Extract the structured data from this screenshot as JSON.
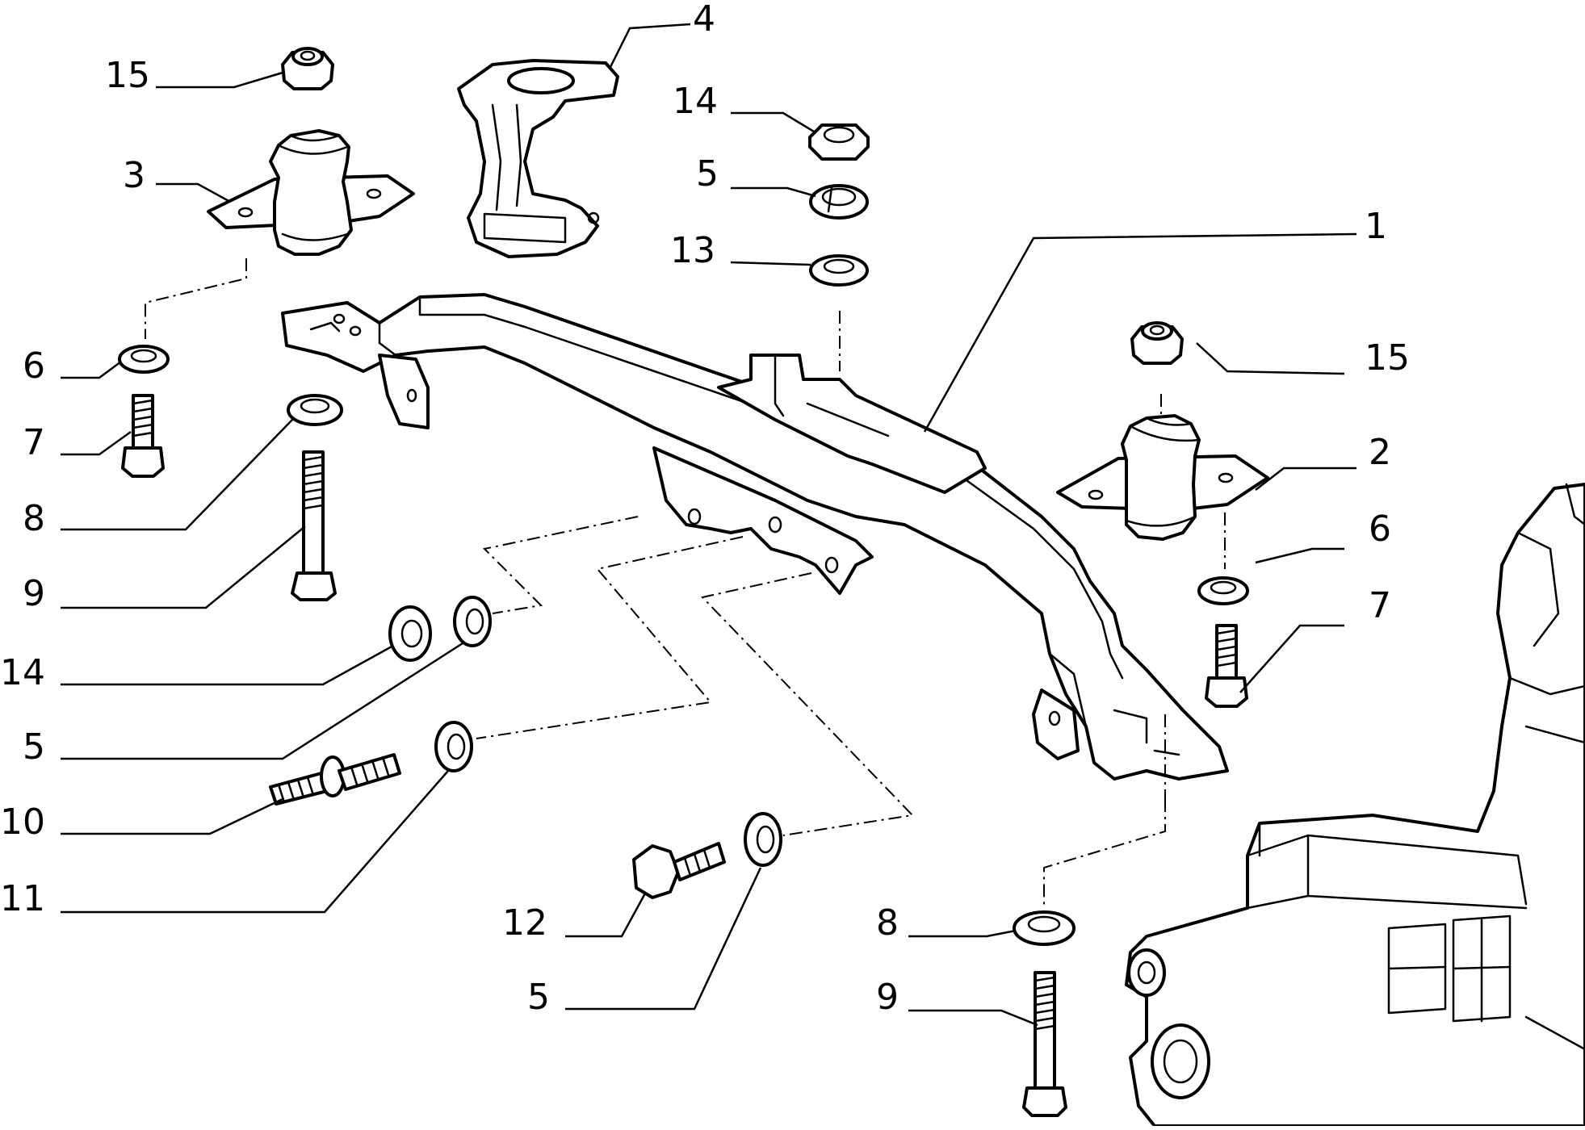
{
  "callouts": [
    {
      "id": "c1",
      "label": "1"
    },
    {
      "id": "c2",
      "label": "2"
    },
    {
      "id": "c3",
      "label": "3"
    },
    {
      "id": "c4",
      "label": "4"
    },
    {
      "id": "c5a",
      "label": "5"
    },
    {
      "id": "c5b",
      "label": "5"
    },
    {
      "id": "c5c",
      "label": "5"
    },
    {
      "id": "c6a",
      "label": "6"
    },
    {
      "id": "c6b",
      "label": "6"
    },
    {
      "id": "c7a",
      "label": "7"
    },
    {
      "id": "c7b",
      "label": "7"
    },
    {
      "id": "c8a",
      "label": "8"
    },
    {
      "id": "c8b",
      "label": "8"
    },
    {
      "id": "c9a",
      "label": "9"
    },
    {
      "id": "c9b",
      "label": "9"
    },
    {
      "id": "c10",
      "label": "10"
    },
    {
      "id": "c11",
      "label": "11"
    },
    {
      "id": "c12",
      "label": "12"
    },
    {
      "id": "c13",
      "label": "13"
    },
    {
      "id": "c14a",
      "label": "14"
    },
    {
      "id": "c14b",
      "label": "14"
    },
    {
      "id": "c15a",
      "label": "15"
    },
    {
      "id": "c15b",
      "label": "15"
    }
  ]
}
